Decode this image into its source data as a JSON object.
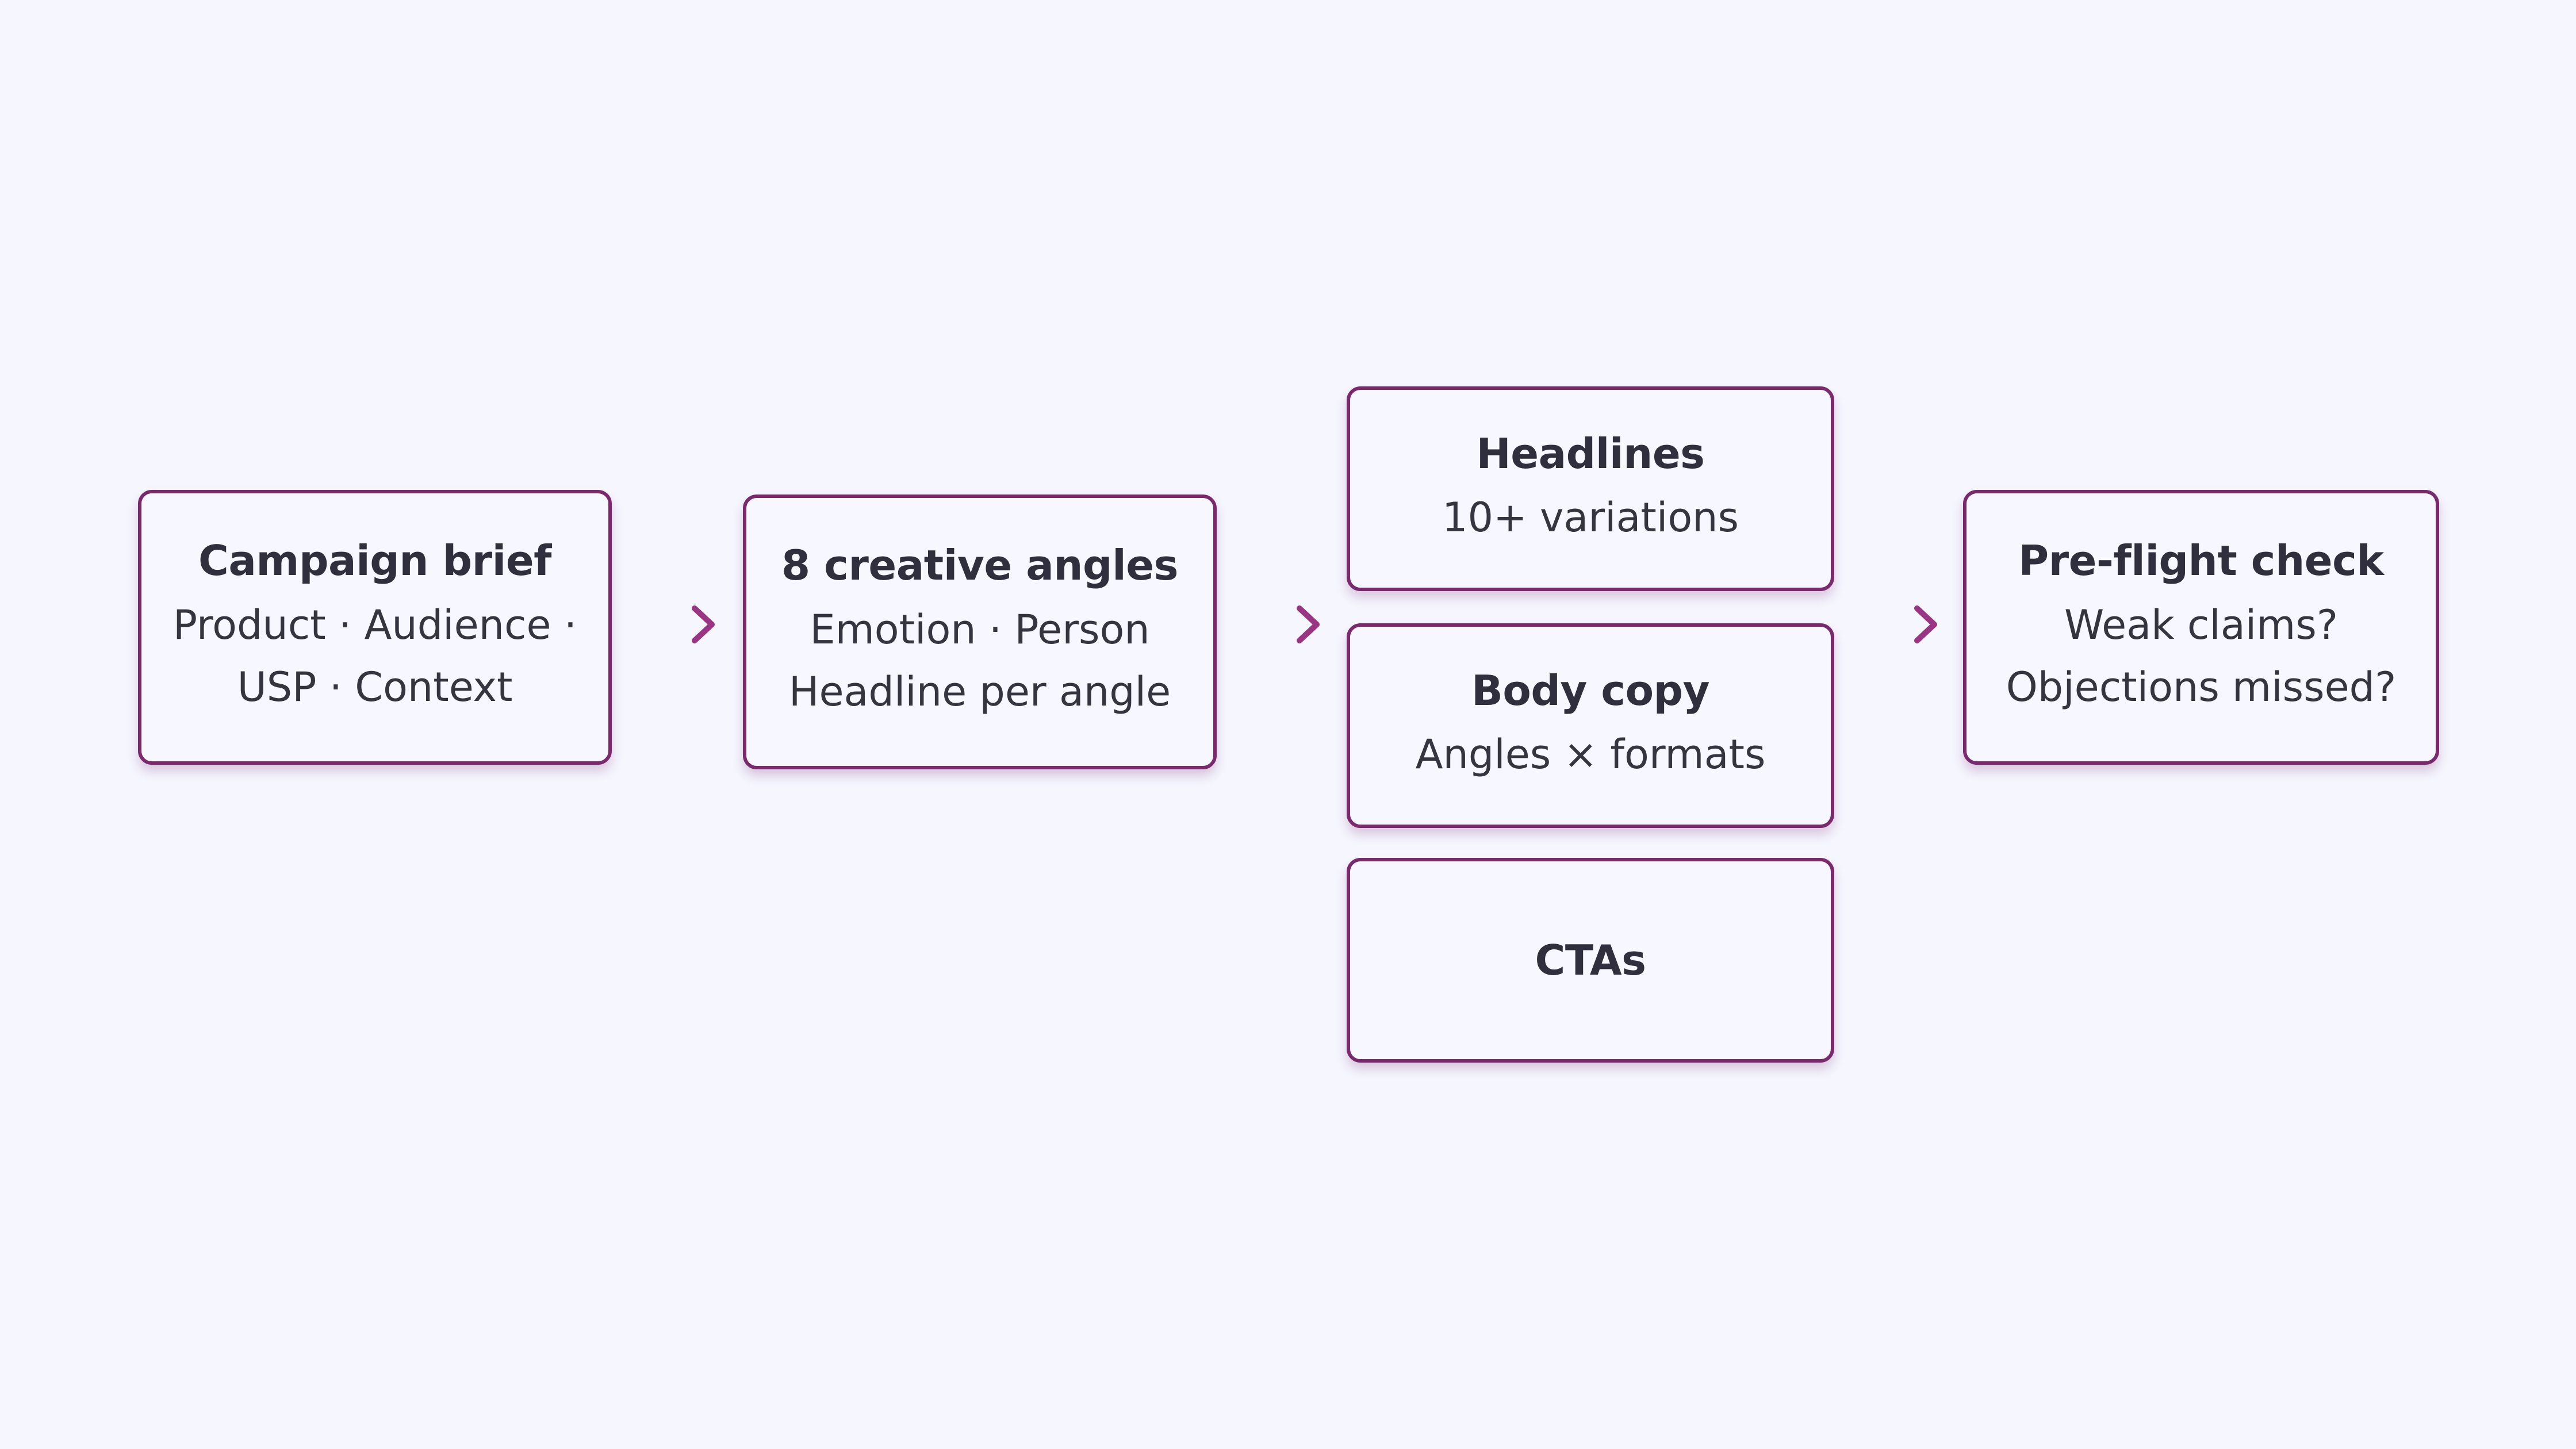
{
  "accent_color": "#7a2a6c",
  "arrow_color": "#a8418f",
  "steps": {
    "brief": {
      "title": "Campaign brief",
      "line1": "Product · Audience ·",
      "line2": "USP · Context"
    },
    "angles": {
      "title": "8 creative angles",
      "line1": "Emotion · Person",
      "line2": "Headline per angle"
    },
    "headlines": {
      "title": "Headlines",
      "line1": "10+ variations"
    },
    "body_copy": {
      "title": "Body copy",
      "line1": "Angles × formats"
    },
    "ctas": {
      "title": "CTAs"
    },
    "preflight": {
      "title": "Pre-flight check",
      "line1": "Weak claims?",
      "line2": "Objections missed?"
    }
  }
}
